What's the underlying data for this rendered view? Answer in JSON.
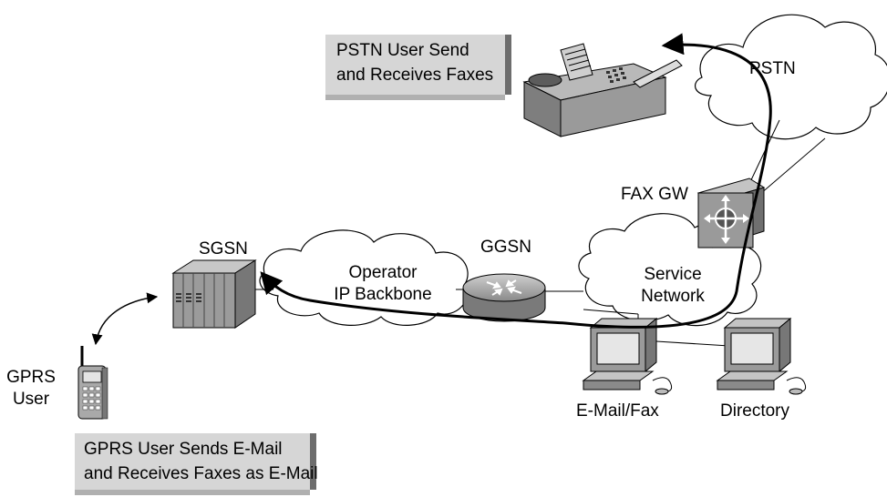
{
  "callouts": {
    "pstn_user": {
      "line1": "PSTN User Send",
      "line2": "and Receives Faxes"
    },
    "gprs_user": {
      "line1": "GPRS User Sends E-Mail",
      "line2": "and Receives Faxes as E-Mail"
    }
  },
  "labels": {
    "pstn": "PSTN",
    "fax_gw": "FAX GW",
    "sgsn": "SGSN",
    "ggsn": "GGSN",
    "operator_backbone": {
      "line1": "Operator",
      "line2": "IP Backbone"
    },
    "service_network": {
      "line1": "Service",
      "line2": "Network"
    },
    "gprs_user": {
      "line1": "GPRS",
      "line2": "User"
    },
    "email_fax": "E-Mail/Fax",
    "directory": "Directory"
  },
  "icons": {
    "fax_machine": "fax-machine-icon",
    "fax_gateway": "fax-gateway-icon",
    "sgsn": "sgsn-switch-icon",
    "ggsn": "router-icon",
    "handset": "mobile-phone-icon",
    "workstation": "workstation-icon",
    "cloud": "cloud-icon"
  },
  "colors": {
    "callout_fill": "#d6d6d6",
    "callout_shadow": "#6d6d6d",
    "device_gray": "#8e8e8e",
    "path": "#000000"
  }
}
